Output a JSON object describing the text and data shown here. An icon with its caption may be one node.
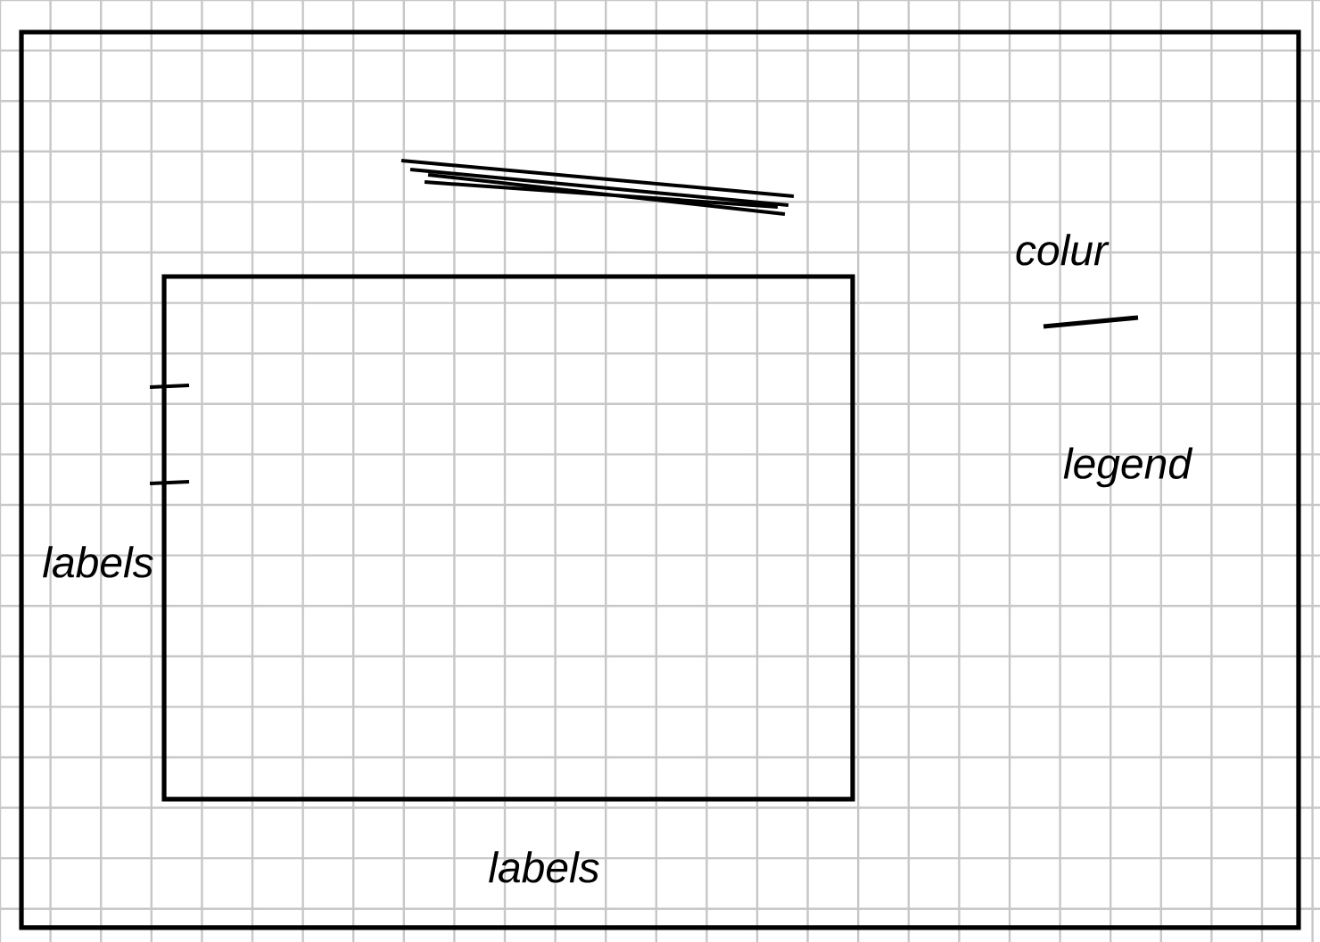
{
  "diagram": {
    "nodes": [
      {
        "text": [],
        "shape": "box"
      },
      {
        "text": [],
        "shape": "box",
        "in": 0
      }
    ],
    "edges": [],
    "labels": [
      "colur",
      "legend",
      "labels",
      "labels"
    ]
  }
}
